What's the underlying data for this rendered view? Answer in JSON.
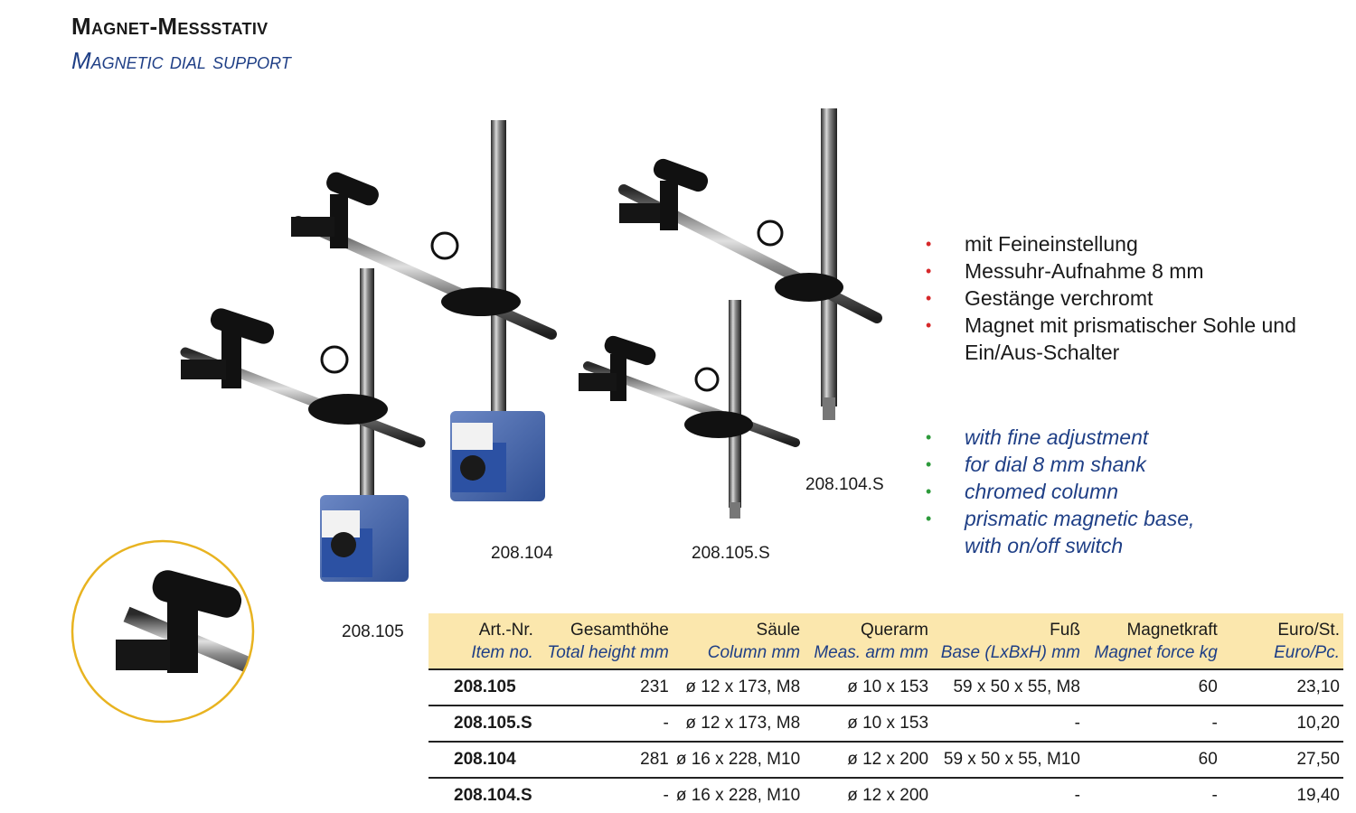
{
  "title": {
    "de": "Magnet-Messstativ",
    "en": "Magnetic dial support"
  },
  "product_labels": {
    "p208105": "208.105",
    "p208104": "208.104",
    "p208105s": "208.105.S",
    "p208104s": "208.104.S"
  },
  "features_de": [
    "mit Feineinstellung",
    "Messuhr-Aufnahme 8 mm",
    "Gestänge verchromt",
    "Magnet mit prismatischer Sohle und",
    "Ein/Aus-Schalter"
  ],
  "features_en": [
    "with fine adjustment",
    "for dial 8 mm shank",
    "chromed column",
    "prismatic magnetic base,",
    "with on/off switch"
  ],
  "table": {
    "headers": [
      {
        "de": "Art.-Nr.",
        "en": "Item no."
      },
      {
        "de": "Gesamthöhe",
        "en": "Total height mm"
      },
      {
        "de": "Säule",
        "en": "Column mm"
      },
      {
        "de": "Querarm",
        "en": "Meas. arm mm"
      },
      {
        "de": "Fuß",
        "en": "Base (LxBxH) mm"
      },
      {
        "de": "Magnetkraft",
        "en": "Magnet force kg"
      },
      {
        "de": "Euro/St.",
        "en": "Euro/Pc."
      }
    ],
    "rows": [
      [
        "208.105",
        "231",
        "ø 12 x 173, M8",
        "ø 10 x 153",
        "59 x 50 x 55, M8",
        "60",
        "23,10"
      ],
      [
        "208.105.S",
        "-",
        "ø 12 x 173, M8",
        "ø 10 x 153",
        "-",
        "-",
        "10,20"
      ],
      [
        "208.104",
        "281",
        "ø 16 x 228, M10",
        "ø 12 x 200",
        "59 x 50 x 55, M10",
        "60",
        "27,50"
      ],
      [
        "208.104.S",
        "-",
        "ø 16 x 228, M10",
        "ø 12 x 200",
        "-",
        "-",
        "19,40"
      ]
    ]
  },
  "colors": {
    "title_blue": "#1f3f86",
    "bullet_red": "#d6282a",
    "bullet_green": "#2d9a3b",
    "header_bg": "#fbe7ad",
    "detail_ring": "#e8b320",
    "base_blue": "#2f5aa6"
  }
}
